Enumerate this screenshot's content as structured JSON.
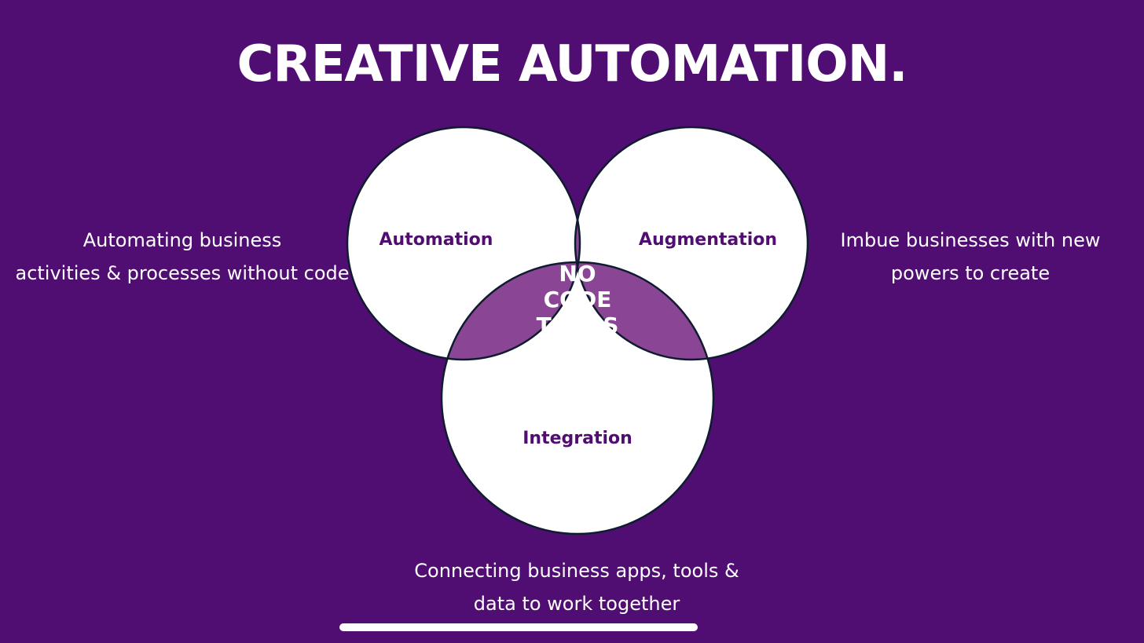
{
  "title": "CREATIVE AUTOMATION.",
  "colors": {
    "background": "#500e72",
    "circle_fill": "#ffffff",
    "overlap": "#8a4595",
    "center": "#3a1668",
    "outline": "#0f1b2e"
  },
  "venn": {
    "automation": "Automation",
    "augmentation": "Augmentation",
    "integration": "Integration",
    "center": [
      "NO",
      "CODE",
      "TOOLS"
    ]
  },
  "descriptions": {
    "left": [
      "Automating business",
      "activities & processes without code"
    ],
    "right": [
      "Imbue businesses with new",
      "powers to create"
    ],
    "bottom": [
      "Connecting business apps, tools &",
      "data to work together"
    ]
  }
}
